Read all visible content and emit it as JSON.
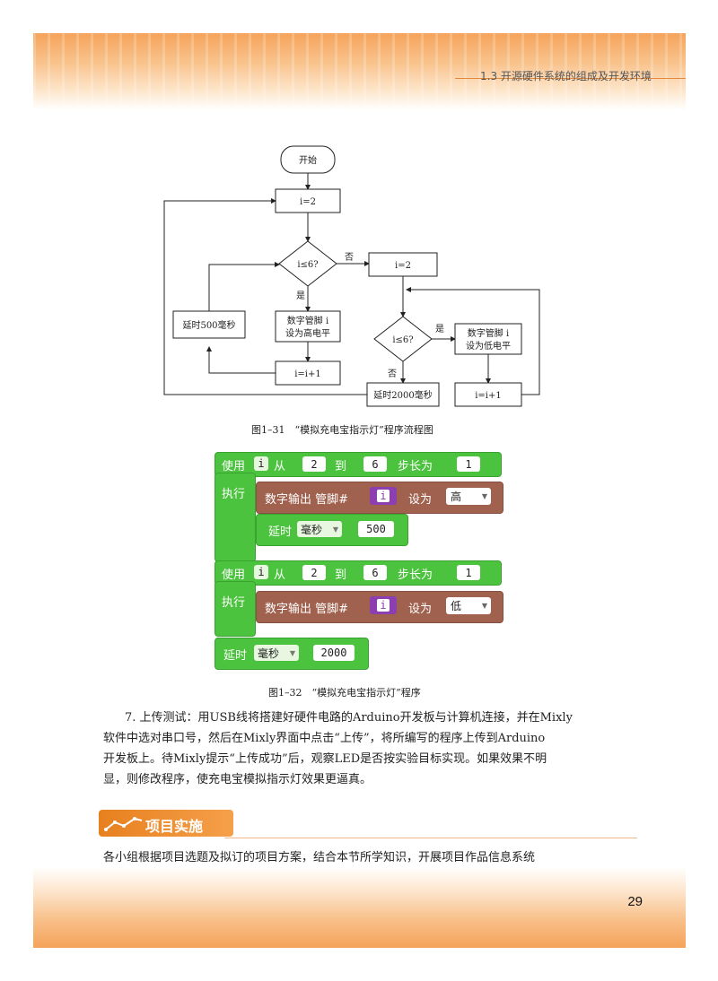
{
  "header": {
    "section": "1.3   开源硬件系统的组成及开发环境"
  },
  "flowchart": {
    "start": "开始",
    "init1": "i=2",
    "cond1": "i≤6?",
    "no1": "否",
    "yes1": "是",
    "set_high": [
      "数字管脚 i",
      "设为高电平"
    ],
    "delay500": "延时500毫秒",
    "incr1": "i=i+1",
    "init2": "i=2",
    "cond2": "i≤6?",
    "yes2": "是",
    "no2": "否",
    "set_low": [
      "数字管脚 i",
      "设为低电平"
    ],
    "incr2": "i=i+1",
    "delay2000": "延时2000毫秒"
  },
  "caption1": "图1–31　“模拟充电宝指示灯”程序流程图",
  "blocks": {
    "use": "使用",
    "var": "i",
    "from": "从",
    "start": "2",
    "to": "到",
    "end": "6",
    "step_label": "步长为",
    "step": "1",
    "exec": "执行",
    "digital_out": "数字输出  管脚#",
    "set_to": "设为",
    "high": "高",
    "low": "低",
    "delay": "延时",
    "ms": "毫秒",
    "d500": "500",
    "d2000": "2000"
  },
  "caption2": "图1–32　“模拟充电宝指示灯”程序",
  "paragraph": [
    "7.  上传测试：用USB线将搭建好硬件电路的Arduino开发板与计算机连接，并在Mixly",
    "软件中选对串口号，然后在Mixly界面中点击“上传”，将所编写的程序上传到Arduino",
    "开发板上。待Mixly提示“上传成功”后，观察LED是否按实验目标实现。如果效果不明",
    "显，则修改程序，使充电宝模拟指示灯效果更逼真。"
  ],
  "section_title": "项目实施",
  "body_text": "各小组根据项目选题及拟订的项目方案，结合本节所学知识，开展项目作品信息系统",
  "page_number": "29"
}
